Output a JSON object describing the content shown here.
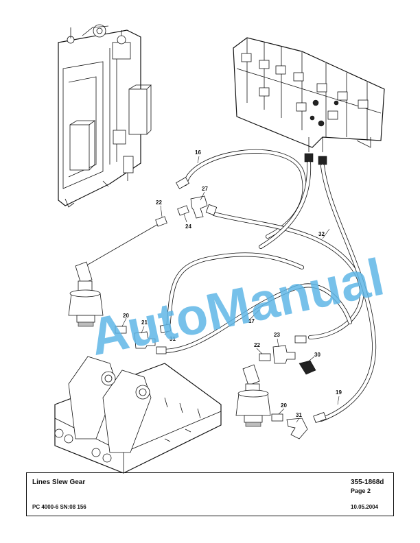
{
  "callouts": {
    "c16": "16",
    "c27": "27",
    "c22a": "22",
    "c24": "24",
    "c32": "32",
    "c20a": "20",
    "c21": "21",
    "c17": "17",
    "c31a": "31",
    "c22b": "22",
    "c23": "23",
    "c30": "30",
    "c20b": "20",
    "c31b": "31",
    "c19": "19"
  },
  "watermark": "AutoManual",
  "title_block": {
    "title": "Lines Slew Gear",
    "doc_number": "355-1868d",
    "page": "Page 2",
    "model": "PC 4000-6 SN:08 156",
    "date": "10.05.2004"
  }
}
